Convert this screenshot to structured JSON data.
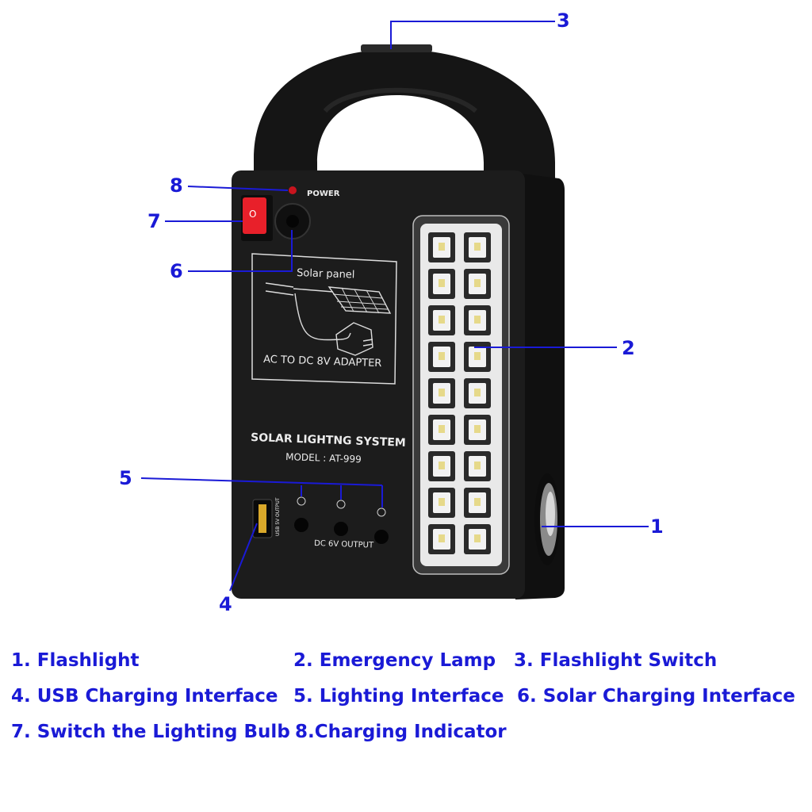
{
  "device": {
    "power_label": "POWER",
    "solar_panel_label": "Solar panel",
    "adapter_label": "AC TO DC 8V ADAPTER",
    "system_title": "SOLAR LIGHTNG SYSTEM",
    "model_label": "MODEL : AT-999",
    "usb_output_label": "USB 5V OUTPUT",
    "dc_output_label": "DC 6V OUTPUT",
    "switch_mark": "O",
    "led_count": 18
  },
  "callouts": [
    {
      "num": "1",
      "target": "flashlight"
    },
    {
      "num": "2",
      "target": "emergency-lamp"
    },
    {
      "num": "3",
      "target": "flashlight-switch"
    },
    {
      "num": "4",
      "target": "usb-port"
    },
    {
      "num": "5",
      "target": "dc-outputs"
    },
    {
      "num": "6",
      "target": "solar-jack"
    },
    {
      "num": "7",
      "target": "rocker-switch"
    },
    {
      "num": "8",
      "target": "power-led"
    }
  ],
  "legend": [
    "1. Flashlight",
    "2. Emergency Lamp",
    "3. Flashlight Switch",
    "4. USB Charging Interface",
    "5. Lighting Interface",
    "6. Solar Charging Interface",
    "7. Switch the Lighting Bulb",
    "8.Charging Indicator"
  ],
  "colors": {
    "callout": "#1a1ad6",
    "body": "#1a1a1a",
    "switch": "#e8202a",
    "power_led": "#c8141e"
  }
}
